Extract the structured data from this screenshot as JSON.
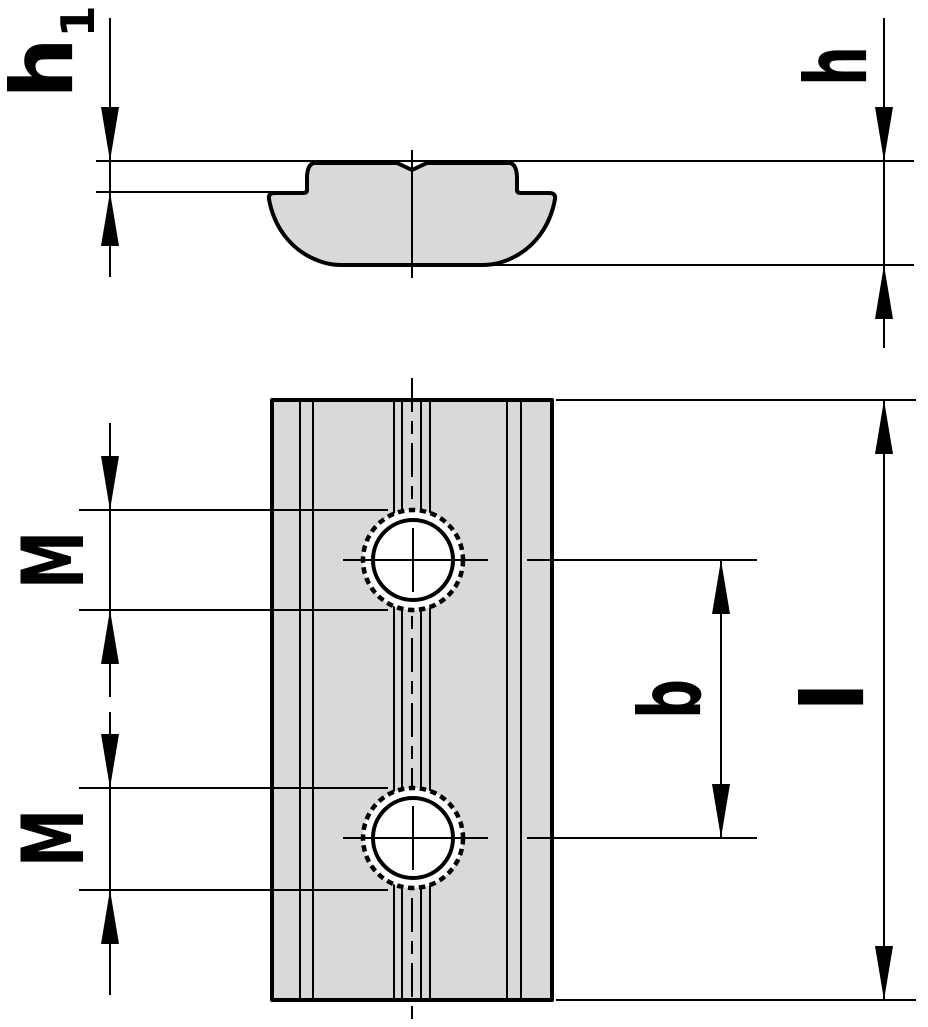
{
  "drawing": {
    "labels": {
      "h1": {
        "base": "h",
        "sub": "1"
      },
      "h": "h",
      "m_top": "M",
      "m_bottom": "M",
      "b": "b",
      "l": "l"
    },
    "colors": {
      "line": "#000000",
      "part_fill": "#d9d9d9",
      "background": "#ffffff"
    }
  }
}
